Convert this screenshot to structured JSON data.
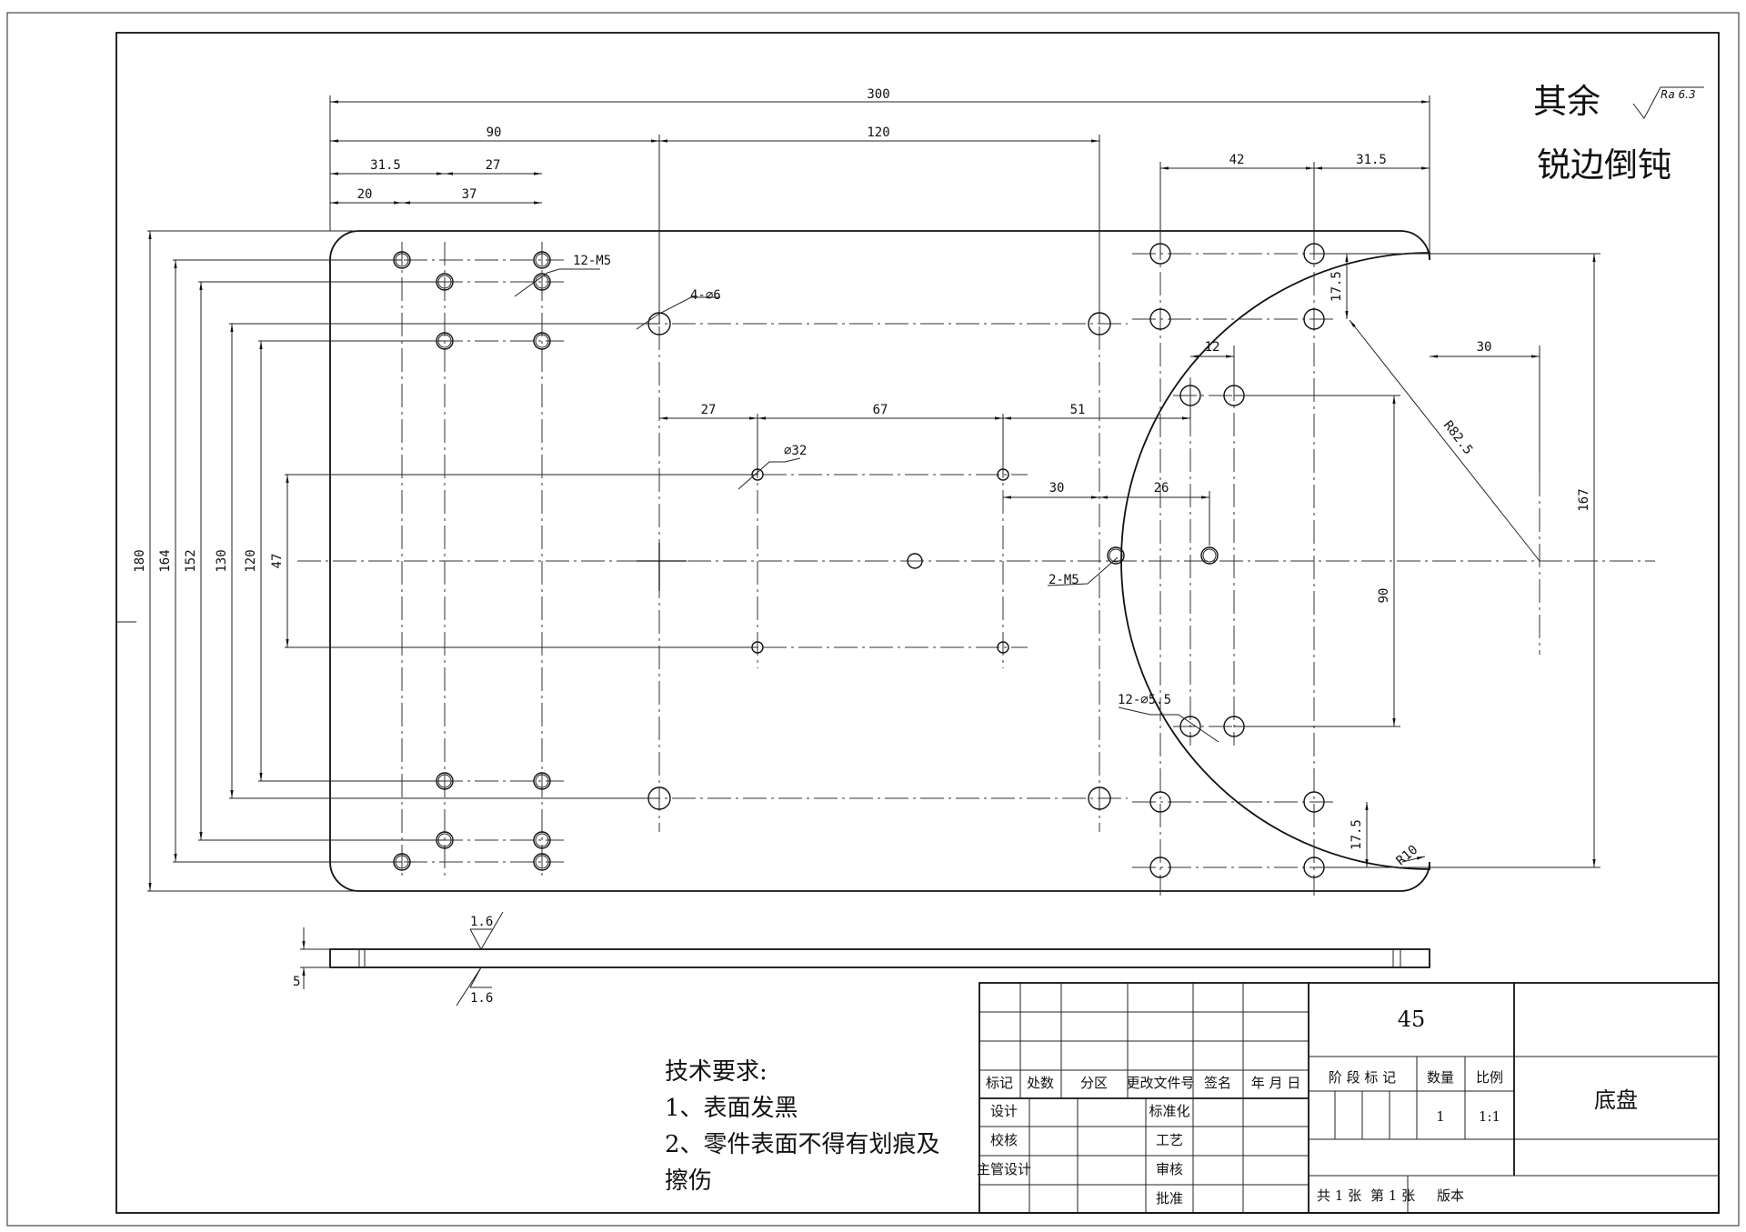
{
  "surface_finish": {
    "other_label": "其余",
    "ra_value": "Ra 6.3",
    "edge_note": "锐边倒钝"
  },
  "dimensions": {
    "overall_length": "300",
    "left_90": "90",
    "mid_120": "120",
    "right_42": "42",
    "right_31_5": "31.5",
    "left_31_5": "31.5",
    "left_27": "27",
    "left_20": "20",
    "left_37": "37",
    "h_180": "180",
    "h_164": "164",
    "h_152": "152",
    "h_130": "130",
    "h_120": "120",
    "h_47": "47",
    "mid_27": "27",
    "mid_67": "67",
    "mid_51": "51",
    "d_30": "30",
    "d_26": "26",
    "d_12": "12",
    "right_30": "30",
    "v_17_5_top": "17.5",
    "v_17_5_bot": "17.5",
    "v_167": "167",
    "v_90": "90",
    "radius_82_5": "R82.5",
    "radius_10": "R10",
    "thickness_5": "5"
  },
  "callouts": {
    "m5_12": "12-M5",
    "holes_4": "4-⌀6",
    "hole_center": "⌀32",
    "m5_2": "2-M5",
    "holes_12": "12-⌀5.5"
  },
  "roughness": {
    "top": "1.6",
    "bottom": "1.6"
  },
  "tech_requirements": {
    "title": "技术要求:",
    "item1": "1、表面发黑",
    "item2": "2、零件表面不得有划痕及",
    "item2b": "擦伤"
  },
  "title_block": {
    "material": "45",
    "part_name": "底盘",
    "headers": {
      "mark": "标记",
      "count": "处数",
      "zone": "分区",
      "change_doc": "更改文件号",
      "sign": "签名",
      "date": "年 月 日"
    },
    "roles": {
      "design": "设计",
      "check": "校核",
      "chief_design": "主管设计",
      "standardize": "标准化",
      "process": "工艺",
      "review": "审核",
      "approve": "批准"
    },
    "stage_mark": "阶 段 标 记",
    "quantity_label": "数量",
    "scale_label": "比例",
    "quantity": "1",
    "scale": "1:1",
    "sheets_total": "共 1 张",
    "sheet_no": "第 1 张",
    "version": "版本"
  }
}
